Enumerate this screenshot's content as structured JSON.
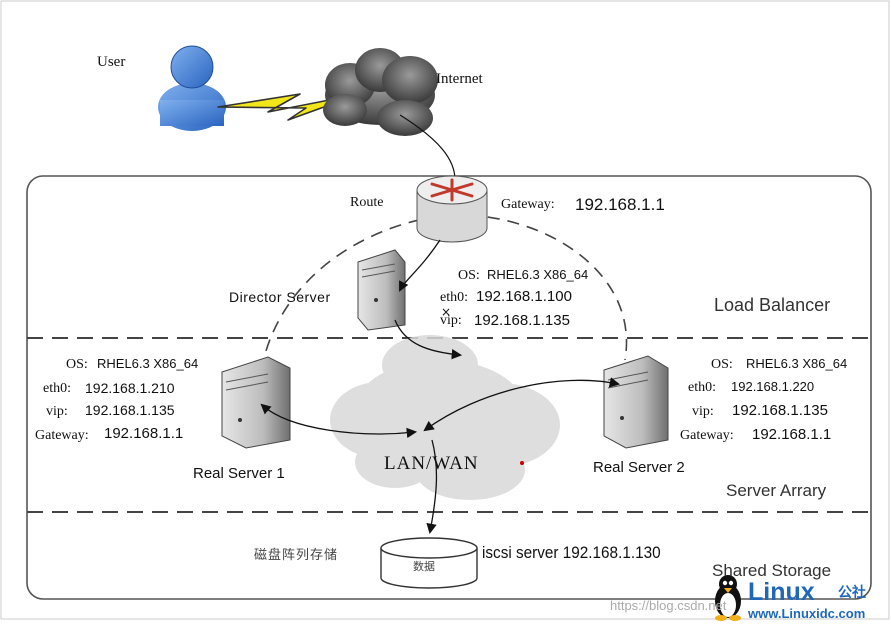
{
  "user": {
    "label": "User"
  },
  "internet": {
    "label": "Internet"
  },
  "route": {
    "label": "Route",
    "gateway_label": "Gateway:",
    "gateway_value": "192.168.1.1"
  },
  "director": {
    "label": "Director Server",
    "os_label": "OS:",
    "os_value": "RHEL6.3 X86_64",
    "eth0_label": "eth0:",
    "eth0_value": "192.168.1.100",
    "vip_label": "vip:",
    "vip_value": "192.168.1.135"
  },
  "zones": {
    "load_balancer": "Load Balancer",
    "server_array": "Server Arrary",
    "shared_storage": "Shared Storage"
  },
  "real_server_1": {
    "label": "Real Server 1",
    "os_label": "OS:",
    "os_value": "RHEL6.3 X86_64",
    "eth0_label": "eth0:",
    "eth0_value": "192.168.1.210",
    "vip_label": "vip:",
    "vip_value": "192.168.1.135",
    "gateway_label": "Gateway:",
    "gateway_value": "192.168.1.1"
  },
  "real_server_2": {
    "label": "Real Server 2",
    "os_label": "OS:",
    "os_value": "RHEL6.3 X86_64",
    "eth0_label": "eth0:",
    "eth0_value": "192.168.1.220",
    "vip_label": "vip:",
    "vip_value": "192.168.1.135",
    "gateway_label": "Gateway:",
    "gateway_value": "192.168.1.1"
  },
  "lan": {
    "label": "LAN/WAN"
  },
  "storage": {
    "cn_label": "磁盘阵列存储",
    "db_label": "数据",
    "iscsi": "iscsi server 192.168.1.130"
  },
  "watermark": {
    "url": "https://blog.csdn.net",
    "site": "www.Linuxidc.com",
    "brand": "Linux",
    "brand_cn": "公社"
  },
  "colors": {
    "user_blue": "#3a7bd5",
    "bolt_yellow": "#f2e61a",
    "router_red": "#c0392b",
    "border_gray": "#555555"
  }
}
